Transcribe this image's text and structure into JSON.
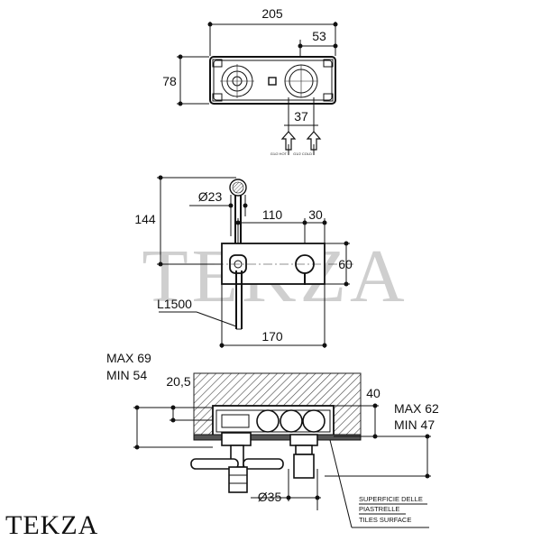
{
  "top_view": {
    "width_label": "205",
    "right_offset_label": "53",
    "height_label": "78",
    "spacing_label": "37",
    "inlet_hot_label": "G1/2 HOT",
    "inlet_cold_label": "G1/2 COLD"
  },
  "front_view": {
    "diameter_label": "Ø23",
    "height_label": "144",
    "offset_label": "110",
    "edge_label": "30",
    "plate_height_label": "60",
    "hose_label": "L1500",
    "plate_width_label": "170"
  },
  "side_view": {
    "depth_max_label": "MAX 69",
    "depth_min_label": "MIN 54",
    "inset_label": "20,5",
    "top_label": "40",
    "body_max_label": "MAX 62",
    "body_min_label": "MIN 47",
    "diameter_label": "Ø35",
    "note_line1": "SUPERFICIE DELLE",
    "note_line2": "PIASTRELLE",
    "note_line3": "TILES SURFACE"
  },
  "watermark": "TEKZA",
  "logo": "TEKZA"
}
